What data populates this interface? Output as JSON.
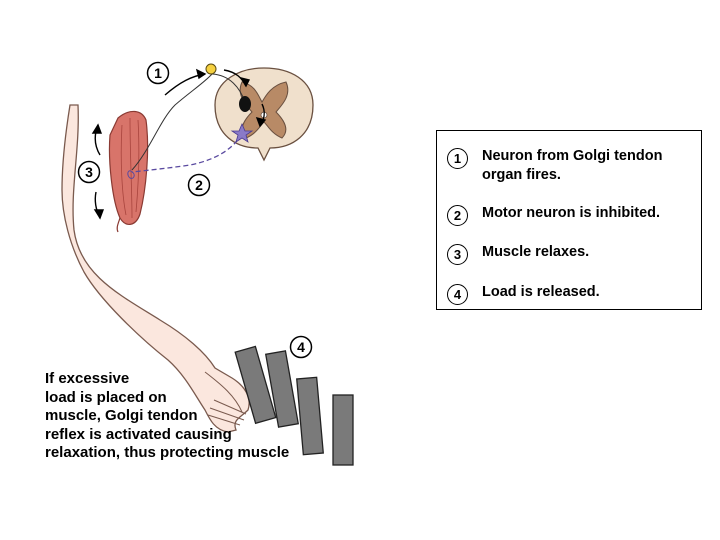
{
  "diagram": {
    "step_labels": [
      "1",
      "2",
      "3",
      "4"
    ],
    "legend": [
      {
        "number": "1",
        "text": "Neuron from Golgi tendon organ fires."
      },
      {
        "number": "2",
        "text": "Motor neuron is inhibited."
      },
      {
        "number": "3",
        "text": "Muscle relaxes."
      },
      {
        "number": "4",
        "text": "Load is released."
      }
    ],
    "caption": "If excessive\nload is placed on\nmuscle, Golgi tendon\nreflex is activated causing\nrelaxation, thus protecting muscle"
  }
}
